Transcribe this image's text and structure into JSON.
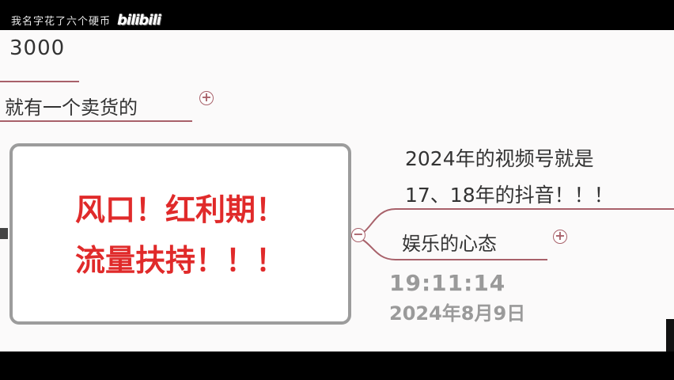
{
  "watermark": {
    "text": "我名字花了六个硬币",
    "logo": "bilibili"
  },
  "mindmap": {
    "node_3000": "3000",
    "node_seller": "就有一个卖货的",
    "central": {
      "line1": "风口！红利期！",
      "line2": "流量扶持！！！"
    },
    "node_video": {
      "line1": "2024年的视频号就是",
      "line2": "17、18年的抖音！！！"
    },
    "node_entertainment": "娱乐的心态",
    "expand_symbol": "+",
    "collapse_symbol": "−"
  },
  "overlay": {
    "time": "19:11:14",
    "date": "2024年8月9日"
  },
  "colors": {
    "connector": "#a8616a",
    "central_text": "#e02a2a",
    "timestamp": "#9a9a9a"
  }
}
